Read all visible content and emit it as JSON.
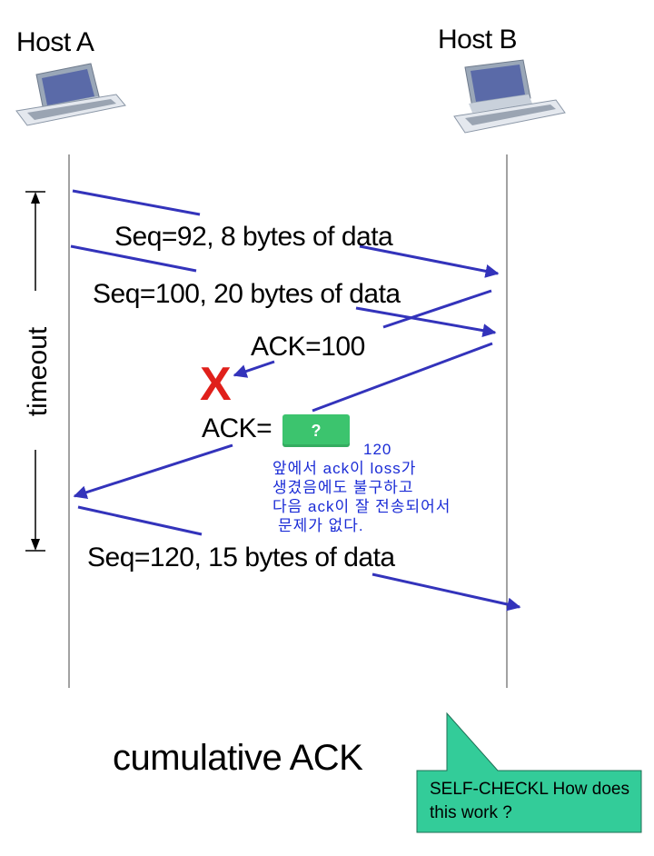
{
  "hosts": {
    "a_label": "Host A",
    "b_label": "Host B"
  },
  "messages": {
    "seq92": "Seq=92, 8 bytes of data",
    "seq100": "Seq=100, 20 bytes of data",
    "ack100": "ACK=100",
    "ack_prefix": "ACK=",
    "seq120": "Seq=120,  15 bytes of data"
  },
  "lost_marker": "X",
  "timeout_label": "timeout",
  "quiz": {
    "button_label": "?",
    "answer_note_lines": [
      "120",
      "앞에서 ack이 loss가",
      "생겼음에도 불구하고",
      "다음 ack이 잘 전송되어서",
      "문제가 없다."
    ]
  },
  "caption": "cumulative ACK",
  "callout": {
    "text": "SELF-CHECKL How does this work ?",
    "color": "#33cc99"
  },
  "colors": {
    "arrow": "#3333bb",
    "lost_marker": "#e0201b",
    "note": "#1a2bd6",
    "quiz_button": "#3cc46e"
  }
}
